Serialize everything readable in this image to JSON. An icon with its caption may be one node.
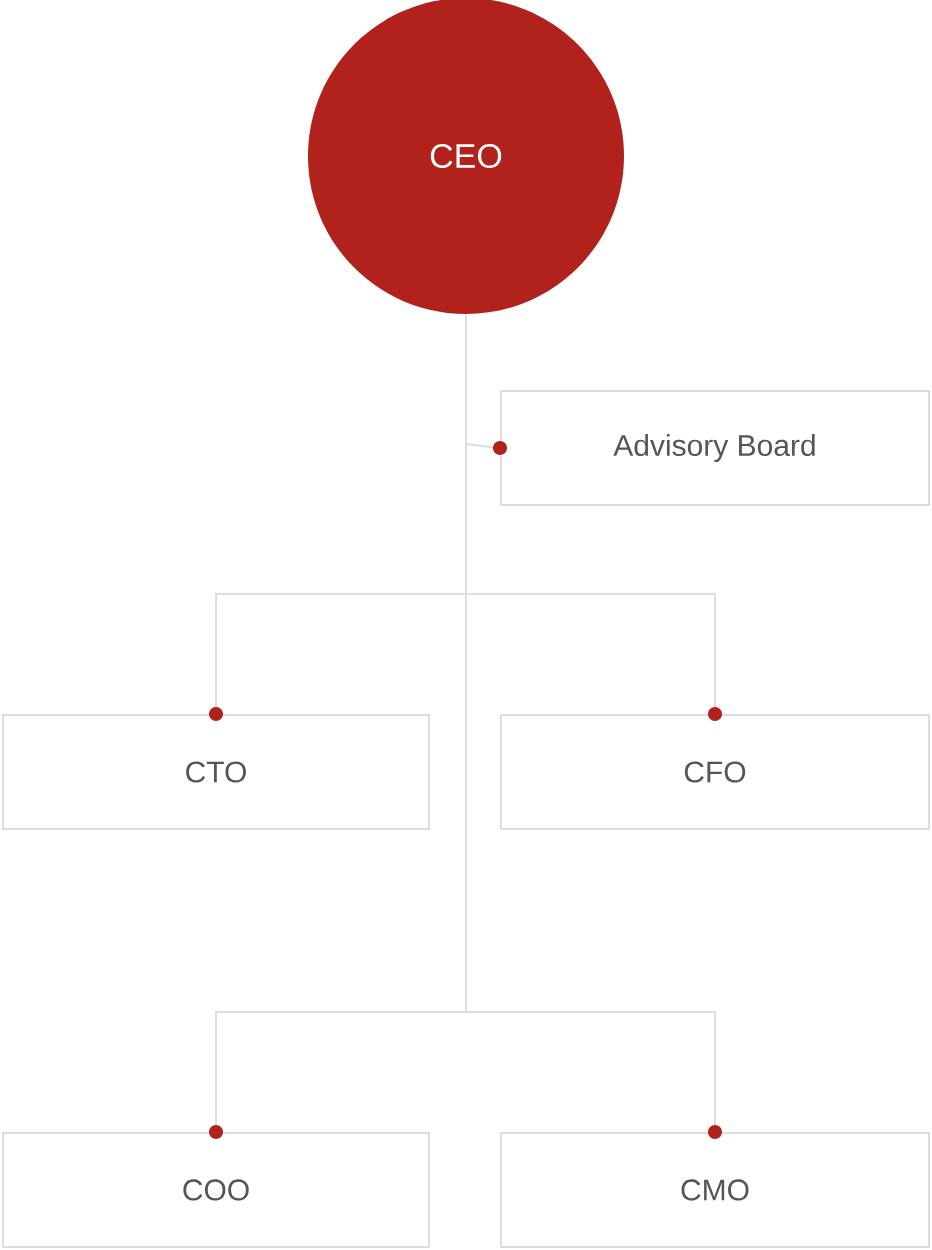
{
  "diagram": {
    "nodes": [
      {
        "text": [
          "CEO"
        ]
      },
      {
        "text": [
          "Advisory Board"
        ]
      },
      {
        "text": [
          "CTO"
        ]
      },
      {
        "text": [
          "CFO"
        ]
      },
      {
        "text": [
          "COO"
        ]
      },
      {
        "text": [
          "CMO"
        ]
      }
    ],
    "edges": [
      {
        "from": 0,
        "to": 1,
        "arrow": "other"
      },
      {
        "from": 0,
        "to": 2,
        "arrow": "other"
      },
      {
        "from": 0,
        "to": 3,
        "arrow": "other"
      },
      {
        "from": 0,
        "to": 4,
        "arrow": "other"
      },
      {
        "from": 0,
        "to": 5,
        "arrow": "other"
      }
    ]
  }
}
